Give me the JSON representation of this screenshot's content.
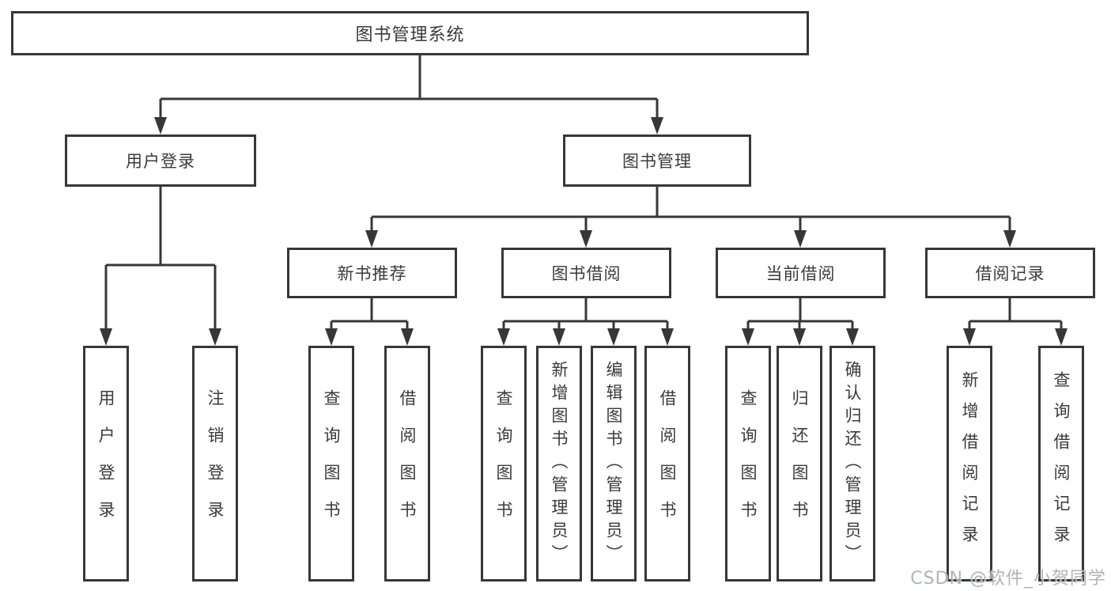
{
  "diagram": {
    "root": {
      "label": "图书管理系统"
    },
    "level2": [
      {
        "label": "用户登录"
      },
      {
        "label": "图书管理"
      }
    ],
    "level3": [
      {
        "label": "新书推荐",
        "parent": "图书管理"
      },
      {
        "label": "图书借阅",
        "parent": "图书管理"
      },
      {
        "label": "当前借阅",
        "parent": "图书管理"
      },
      {
        "label": "借阅记录",
        "parent": "图书管理"
      }
    ],
    "leaves": [
      {
        "label": "用户登录",
        "parent": "用户登录"
      },
      {
        "label": "注销登录",
        "parent": "用户登录"
      },
      {
        "label": "查询图书",
        "parent": "新书推荐"
      },
      {
        "label": "借阅图书",
        "parent": "新书推荐"
      },
      {
        "label": "查询图书",
        "parent": "图书借阅"
      },
      {
        "label": "新增图书（管理员）",
        "parent": "图书借阅"
      },
      {
        "label": "编辑图书（管理员）",
        "parent": "图书借阅"
      },
      {
        "label": "借阅图书",
        "parent": "图书借阅"
      },
      {
        "label": "查询图书",
        "parent": "当前借阅"
      },
      {
        "label": "归还图书",
        "parent": "当前借阅"
      },
      {
        "label": "确认归还（管理员）",
        "parent": "当前借阅"
      },
      {
        "label": "新增借阅记录",
        "parent": "借阅记录"
      },
      {
        "label": "查询借阅记录",
        "parent": "借阅记录"
      }
    ],
    "watermark": "CSDN @软件_小贺同学",
    "colors": {
      "line": "#373737",
      "box_border": "#373737",
      "text": "#3a3a3a",
      "background": "#ffffff",
      "watermark": "#aaafb6"
    }
  }
}
